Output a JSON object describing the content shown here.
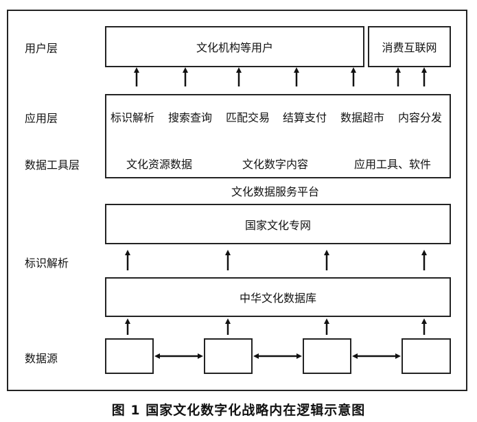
{
  "layers": {
    "user": "用户层",
    "app": "应用层",
    "tool": "数据工具层",
    "ident": "标识解析",
    "source": "数据源"
  },
  "boxes": {
    "institution_users": "文化机构等用户",
    "consumer_internet": "消费互联网",
    "national_network": "国家文化专网",
    "database": "中华文化数据库"
  },
  "app_items": [
    "标识解析",
    "搜索查询",
    "匹配交易",
    "结算支付",
    "数据超市",
    "内容分发"
  ],
  "tool_items": [
    "文化资源数据",
    "文化数字内容",
    "应用工具、软件"
  ],
  "platform": "文化数据服务平台",
  "caption": "图 1   国家文化数字化战略内在逻辑示意图"
}
